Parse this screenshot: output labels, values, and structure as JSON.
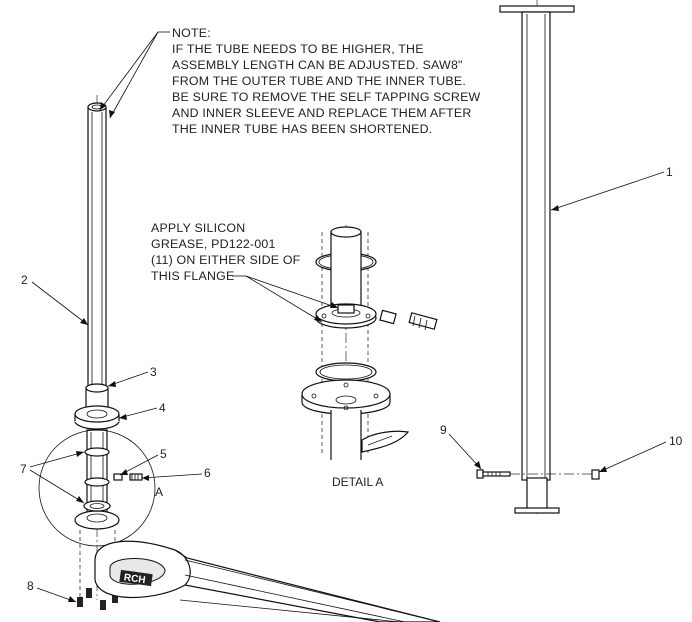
{
  "note": {
    "lines": [
      "NOTE:",
      "IF THE TUBE NEEDS TO BE HIGHER, THE",
      "ASSEMBLY LENGTH CAN BE ADJUSTED. SAW8\"",
      "FROM THE OUTER TUBE AND THE INNER TUBE.",
      "BE SURE TO REMOVE THE SELF TAPPING SCREW",
      "AND INNER SLEEVE AND REPLACE THEM AFTER",
      "THE INNER TUBE HAS BEEN SHORTENED."
    ]
  },
  "grease_note": {
    "lines": [
      "APPLY SILICON",
      "GREASE, PD122-001",
      "(11) ON EITHER SIDE OF",
      "THIS FLANGE"
    ]
  },
  "detail_label": "DETAIL A",
  "detail_callout": "A",
  "logo_text": "RCH",
  "balloons": {
    "b1": "1",
    "b2": "2",
    "b3": "3",
    "b4": "4",
    "b5": "5",
    "b6": "6",
    "b7": "7",
    "b8": "8",
    "b9": "9",
    "b10": "10"
  }
}
